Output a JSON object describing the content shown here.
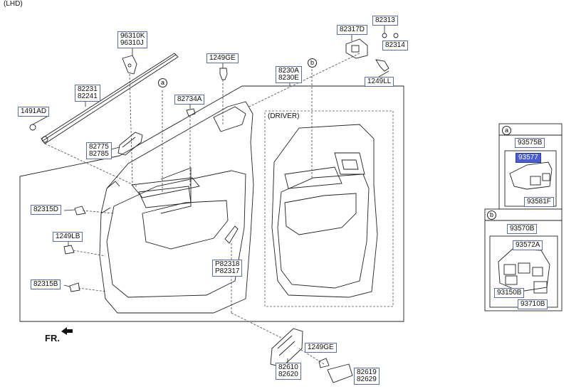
{
  "variant_note": "(LHD)",
  "driver_label": "(DRIVER)",
  "fr_label": "FR.",
  "callouts": {
    "a": "a",
    "b": "b"
  },
  "parts": {
    "p96310": "96310K\n96310J",
    "p82317D": "82317D",
    "p82313": "82313",
    "p82314": "82314",
    "p1249LL": "1249LL",
    "p1249GE_top": "1249GE",
    "p8230": "8230A\n8230E",
    "p82231": "82231\n82241",
    "p82734A": "82734A",
    "p1491AD": "1491AD",
    "p82775": "82775\n82785",
    "p82315D": "82315D",
    "p1249LB": "1249LB",
    "p82318": "P82318\nP82317",
    "p82315B": "82315B",
    "p1249GE_bot": "1249GE",
    "p82610": "82610\n82620",
    "p82619": "82619\n82629"
  },
  "detail_a": {
    "callout": "a",
    "p93575B": "93575B",
    "p93577": "93577",
    "p93581F": "93581F"
  },
  "detail_b": {
    "callout": "b",
    "p93570B": "93570B",
    "p93572A": "93572A",
    "p93150B": "93150B",
    "p93710B": "93710B"
  },
  "colors": {
    "label_border": "#5a6fa8",
    "highlight": "#4a5bd6",
    "line": "#222222",
    "dash": "#555555"
  }
}
